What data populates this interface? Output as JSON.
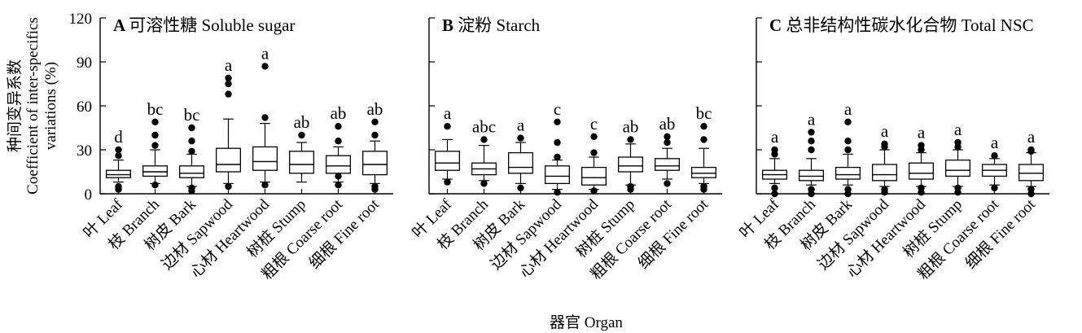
{
  "figure": {
    "y_label_cn": "种间变异系数",
    "y_label_en_1": "Coefficient of inter-specifics",
    "y_label_en_2": "variations (%)",
    "x_label": "器官 Organ"
  },
  "chart_data": [
    {
      "type": "box",
      "panel_letter": "A",
      "title": "可溶性糖 Soluble sugar",
      "ylim": [
        0,
        120
      ],
      "yticks": [
        0,
        30,
        60,
        90,
        120
      ],
      "categories": [
        "叶 Leaf",
        "枝 Branch",
        "树皮 Bark",
        "边材 Sapwood",
        "心材 Heartwood",
        "树桩 Stump",
        "粗根 Coarse root",
        "细根 Fine root"
      ],
      "boxes": [
        {
          "whisker_low": 8,
          "q1": 11,
          "median": 13,
          "q3": 16,
          "whisker_high": 23,
          "outliers": [
            3,
            5,
            26,
            30
          ],
          "letter": "d"
        },
        {
          "whisker_low": 7,
          "q1": 12,
          "median": 15,
          "q3": 19,
          "whisker_high": 30,
          "outliers": [
            6,
            33,
            40,
            49
          ],
          "letter": "bc"
        },
        {
          "whisker_low": 5,
          "q1": 11,
          "median": 14,
          "q3": 19,
          "whisker_high": 27,
          "outliers": [
            2,
            4,
            29,
            36,
            45
          ],
          "letter": "bc"
        },
        {
          "whisker_low": 7,
          "q1": 15,
          "median": 20,
          "q3": 31,
          "whisker_high": 51,
          "outliers": [
            5,
            68,
            75,
            79
          ],
          "letter": "a"
        },
        {
          "whisker_low": 8,
          "q1": 16,
          "median": 22,
          "q3": 32,
          "whisker_high": 48,
          "outliers": [
            6,
            52,
            87
          ],
          "letter": "a"
        },
        {
          "whisker_low": 8,
          "q1": 14,
          "median": 20,
          "q3": 29,
          "whisker_high": 35,
          "outliers": [
            40
          ],
          "letter": "ab"
        },
        {
          "whisker_low": 8,
          "q1": 14,
          "median": 19,
          "q3": 26,
          "whisker_high": 32,
          "outliers": [
            6,
            12,
            36,
            46
          ],
          "letter": "ab"
        },
        {
          "whisker_low": 7,
          "q1": 13,
          "median": 20,
          "q3": 29,
          "whisker_high": 36,
          "outliers": [
            3,
            5,
            40,
            49
          ],
          "letter": "ab"
        }
      ]
    },
    {
      "type": "box",
      "panel_letter": "B",
      "title": "淀粉 Starch",
      "ylim": [
        0,
        120
      ],
      "yticks": [
        0,
        30,
        60,
        90,
        120
      ],
      "categories": [
        "叶 Leaf",
        "枝 Branch",
        "树皮 Bark",
        "边材 Sapwood",
        "心材 Heartwood",
        "树桩 Stump",
        "粗根 Coarse root",
        "细根 Fine root"
      ],
      "boxes": [
        {
          "whisker_low": 10,
          "q1": 16,
          "median": 21,
          "q3": 29,
          "whisker_high": 37,
          "outliers": [
            8,
            46
          ],
          "letter": "a"
        },
        {
          "whisker_low": 9,
          "q1": 13,
          "median": 17,
          "q3": 21,
          "whisker_high": 33,
          "outliers": [
            7,
            37
          ],
          "letter": "abc"
        },
        {
          "whisker_low": 7,
          "q1": 14,
          "median": 18,
          "q3": 28,
          "whisker_high": 35,
          "outliers": [
            4,
            38
          ],
          "letter": "a"
        },
        {
          "whisker_low": 3,
          "q1": 7,
          "median": 12,
          "q3": 19,
          "whisker_high": 23,
          "outliers": [
            1,
            25,
            35,
            49
          ],
          "letter": "c"
        },
        {
          "whisker_low": 3,
          "q1": 6,
          "median": 11,
          "q3": 18,
          "whisker_high": 25,
          "outliers": [
            2,
            28,
            39
          ],
          "letter": "c"
        },
        {
          "whisker_low": 6,
          "q1": 15,
          "median": 19,
          "q3": 25,
          "whisker_high": 34,
          "outliers": [
            3,
            5,
            37
          ],
          "letter": "ab"
        },
        {
          "whisker_low": 10,
          "q1": 16,
          "median": 19,
          "q3": 24,
          "whisker_high": 31,
          "outliers": [
            7,
            35,
            39
          ],
          "letter": "ab"
        },
        {
          "whisker_low": 7,
          "q1": 11,
          "median": 14,
          "q3": 18,
          "whisker_high": 31,
          "outliers": [
            3,
            5,
            37,
            46
          ],
          "letter": "bc"
        }
      ]
    },
    {
      "type": "box",
      "panel_letter": "C",
      "title": "总非结构性碳水化合物 Total NSC",
      "ylim": [
        0,
        120
      ],
      "yticks": [
        0,
        30,
        60,
        90,
        120
      ],
      "categories": [
        "叶 Leaf",
        "枝 Branch",
        "树皮 Bark",
        "边材 Sapwood",
        "心材 Heartwood",
        "树桩 Stump",
        "粗根 Coarse root",
        "细根 Fine root"
      ],
      "boxes": [
        {
          "whisker_low": 7,
          "q1": 10,
          "median": 13,
          "q3": 16,
          "whisker_high": 24,
          "outliers": [
            0,
            4,
            27,
            30
          ],
          "letter": "a"
        },
        {
          "whisker_low": 6,
          "q1": 9,
          "median": 12,
          "q3": 16,
          "whisker_high": 24,
          "outliers": [
            0,
            3,
            30,
            36,
            42
          ],
          "letter": "a"
        },
        {
          "whisker_low": 6,
          "q1": 10,
          "median": 13,
          "q3": 18,
          "whisker_high": 27,
          "outliers": [
            0,
            3,
            30,
            36,
            49
          ],
          "letter": "a"
        },
        {
          "whisker_low": 5,
          "q1": 9,
          "median": 13,
          "q3": 20,
          "whisker_high": 30,
          "outliers": [
            1,
            3,
            32,
            34
          ],
          "letter": "a"
        },
        {
          "whisker_low": 5,
          "q1": 10,
          "median": 14,
          "q3": 21,
          "whisker_high": 28,
          "outliers": [
            1,
            4,
            30,
            33
          ],
          "letter": "a"
        },
        {
          "whisker_low": 5,
          "q1": 12,
          "median": 16,
          "q3": 23,
          "whisker_high": 30,
          "outliers": [
            1,
            4,
            32,
            35
          ],
          "letter": "a"
        },
        {
          "whisker_low": 6,
          "q1": 12,
          "median": 16,
          "q3": 20,
          "whisker_high": 24,
          "outliers": [
            4,
            26
          ],
          "letter": "a"
        },
        {
          "whisker_low": 5,
          "q1": 9,
          "median": 14,
          "q3": 20,
          "whisker_high": 28,
          "outliers": [
            0,
            3,
            29,
            30
          ],
          "letter": "a"
        }
      ]
    }
  ]
}
